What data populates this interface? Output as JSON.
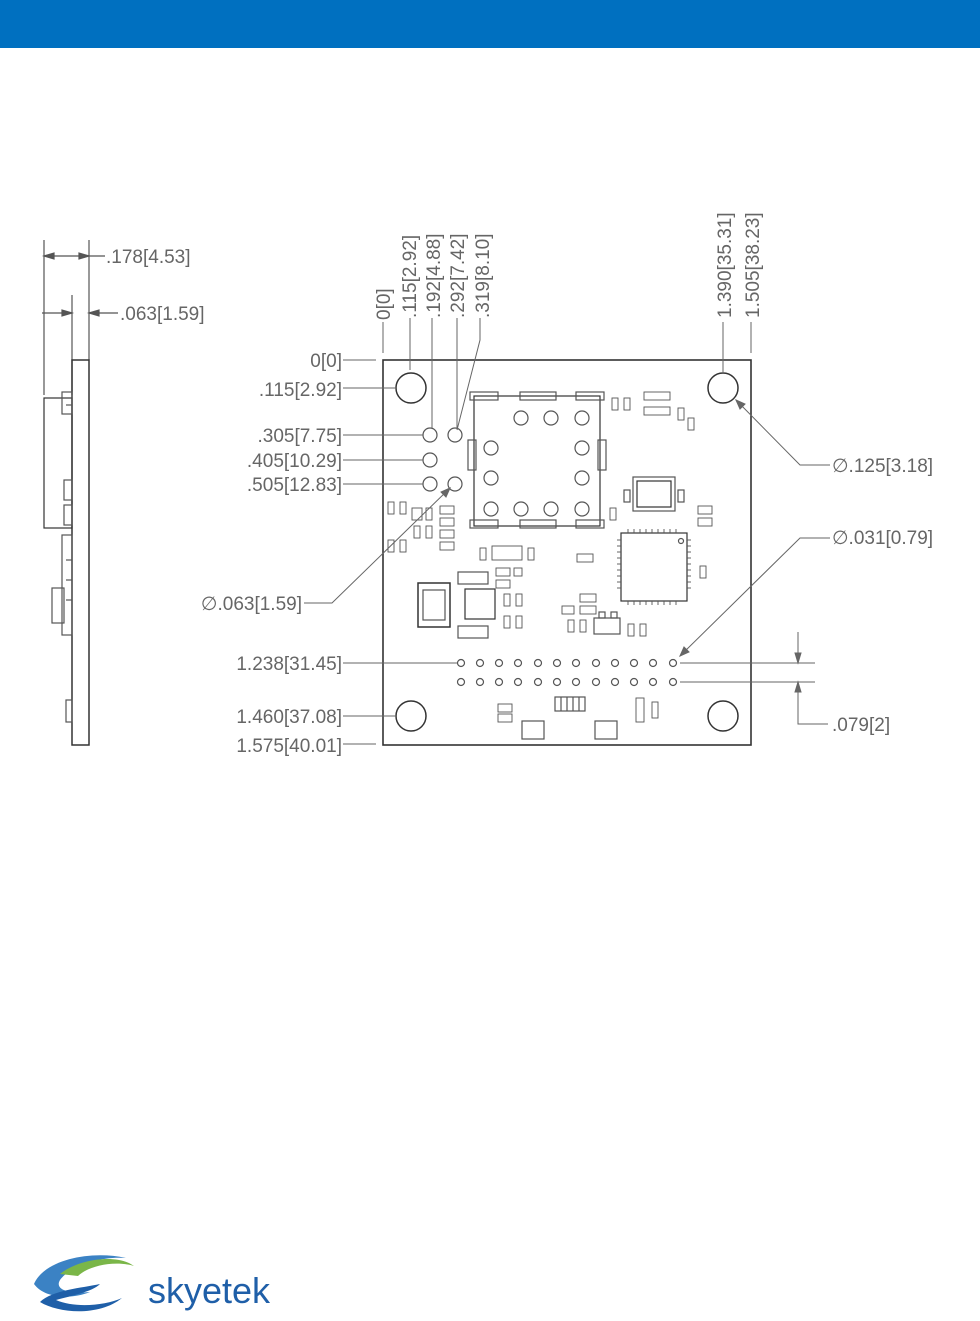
{
  "header": {
    "color": "#0070c0"
  },
  "side_view": {
    "dims": {
      "total_thickness": ".178[4.53]",
      "board_thickness": ".063[1.59]"
    }
  },
  "top_view": {
    "left_dims": {
      "origin": "0[0]",
      "hole_top": ".115[2.92]",
      "pin1": ".305[7.75]",
      "pin2": ".405[10.29]",
      "pin3": ".505[12.83]",
      "small_hole": "∅.063[1.59]",
      "header_row": "1.238[31.45]",
      "hole_bottom": "1.460[37.08]",
      "board_height": "1.575[40.01]"
    },
    "top_dims": {
      "origin": "0[0]",
      "d1": ".115[2.92]",
      "d2": ".192[4.88]",
      "d3": ".292[7.42]",
      "d4": ".319[8.10]",
      "hole_right": "1.390[35.31]",
      "board_width": "1.505[38.23]"
    },
    "right_dims": {
      "mount_hole": "∅.125[3.18]",
      "pin_hole": "∅.031[0.79]",
      "pitch": ".079[2]"
    }
  },
  "logo": {
    "text": "skyetek"
  }
}
